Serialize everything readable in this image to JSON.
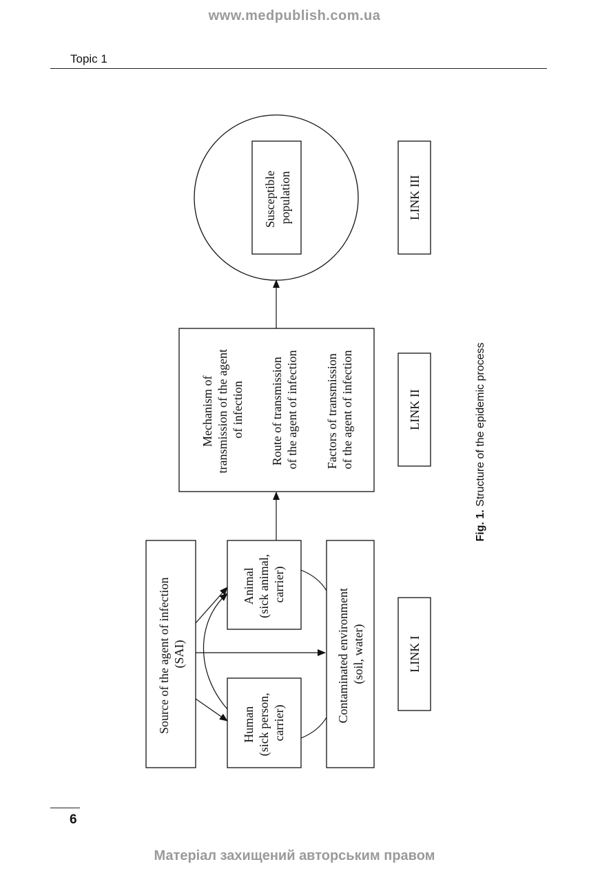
{
  "header": {
    "watermark": "www.medpublish.com.ua",
    "topic": "Topic 1"
  },
  "diagram": {
    "sai": [
      "Source of the agent of infection",
      "(SAI)"
    ],
    "human": [
      "Human",
      "(sick person,",
      "carrier)"
    ],
    "animal": [
      "Animal",
      "(sick animal,",
      "carrier)"
    ],
    "environment": [
      "Contaminated environment",
      "(soil, water)"
    ],
    "mechanism": [
      "Mechanism of",
      "transmission of the agent",
      "of infection"
    ],
    "route": [
      "Route of transmission",
      "of the agent of infection"
    ],
    "factors": [
      "Factors of transmission",
      "of the agent of infection"
    ],
    "susceptible": [
      "Susceptible",
      "population"
    ],
    "link1": "LINK I",
    "link2": "LINK II",
    "link3": "LINK III"
  },
  "caption": {
    "label": "Fig. 1.",
    "text": " Structure of the epidemic process"
  },
  "footer": {
    "page_number": "6",
    "watermark": "Матеріал захищений авторським правом"
  }
}
